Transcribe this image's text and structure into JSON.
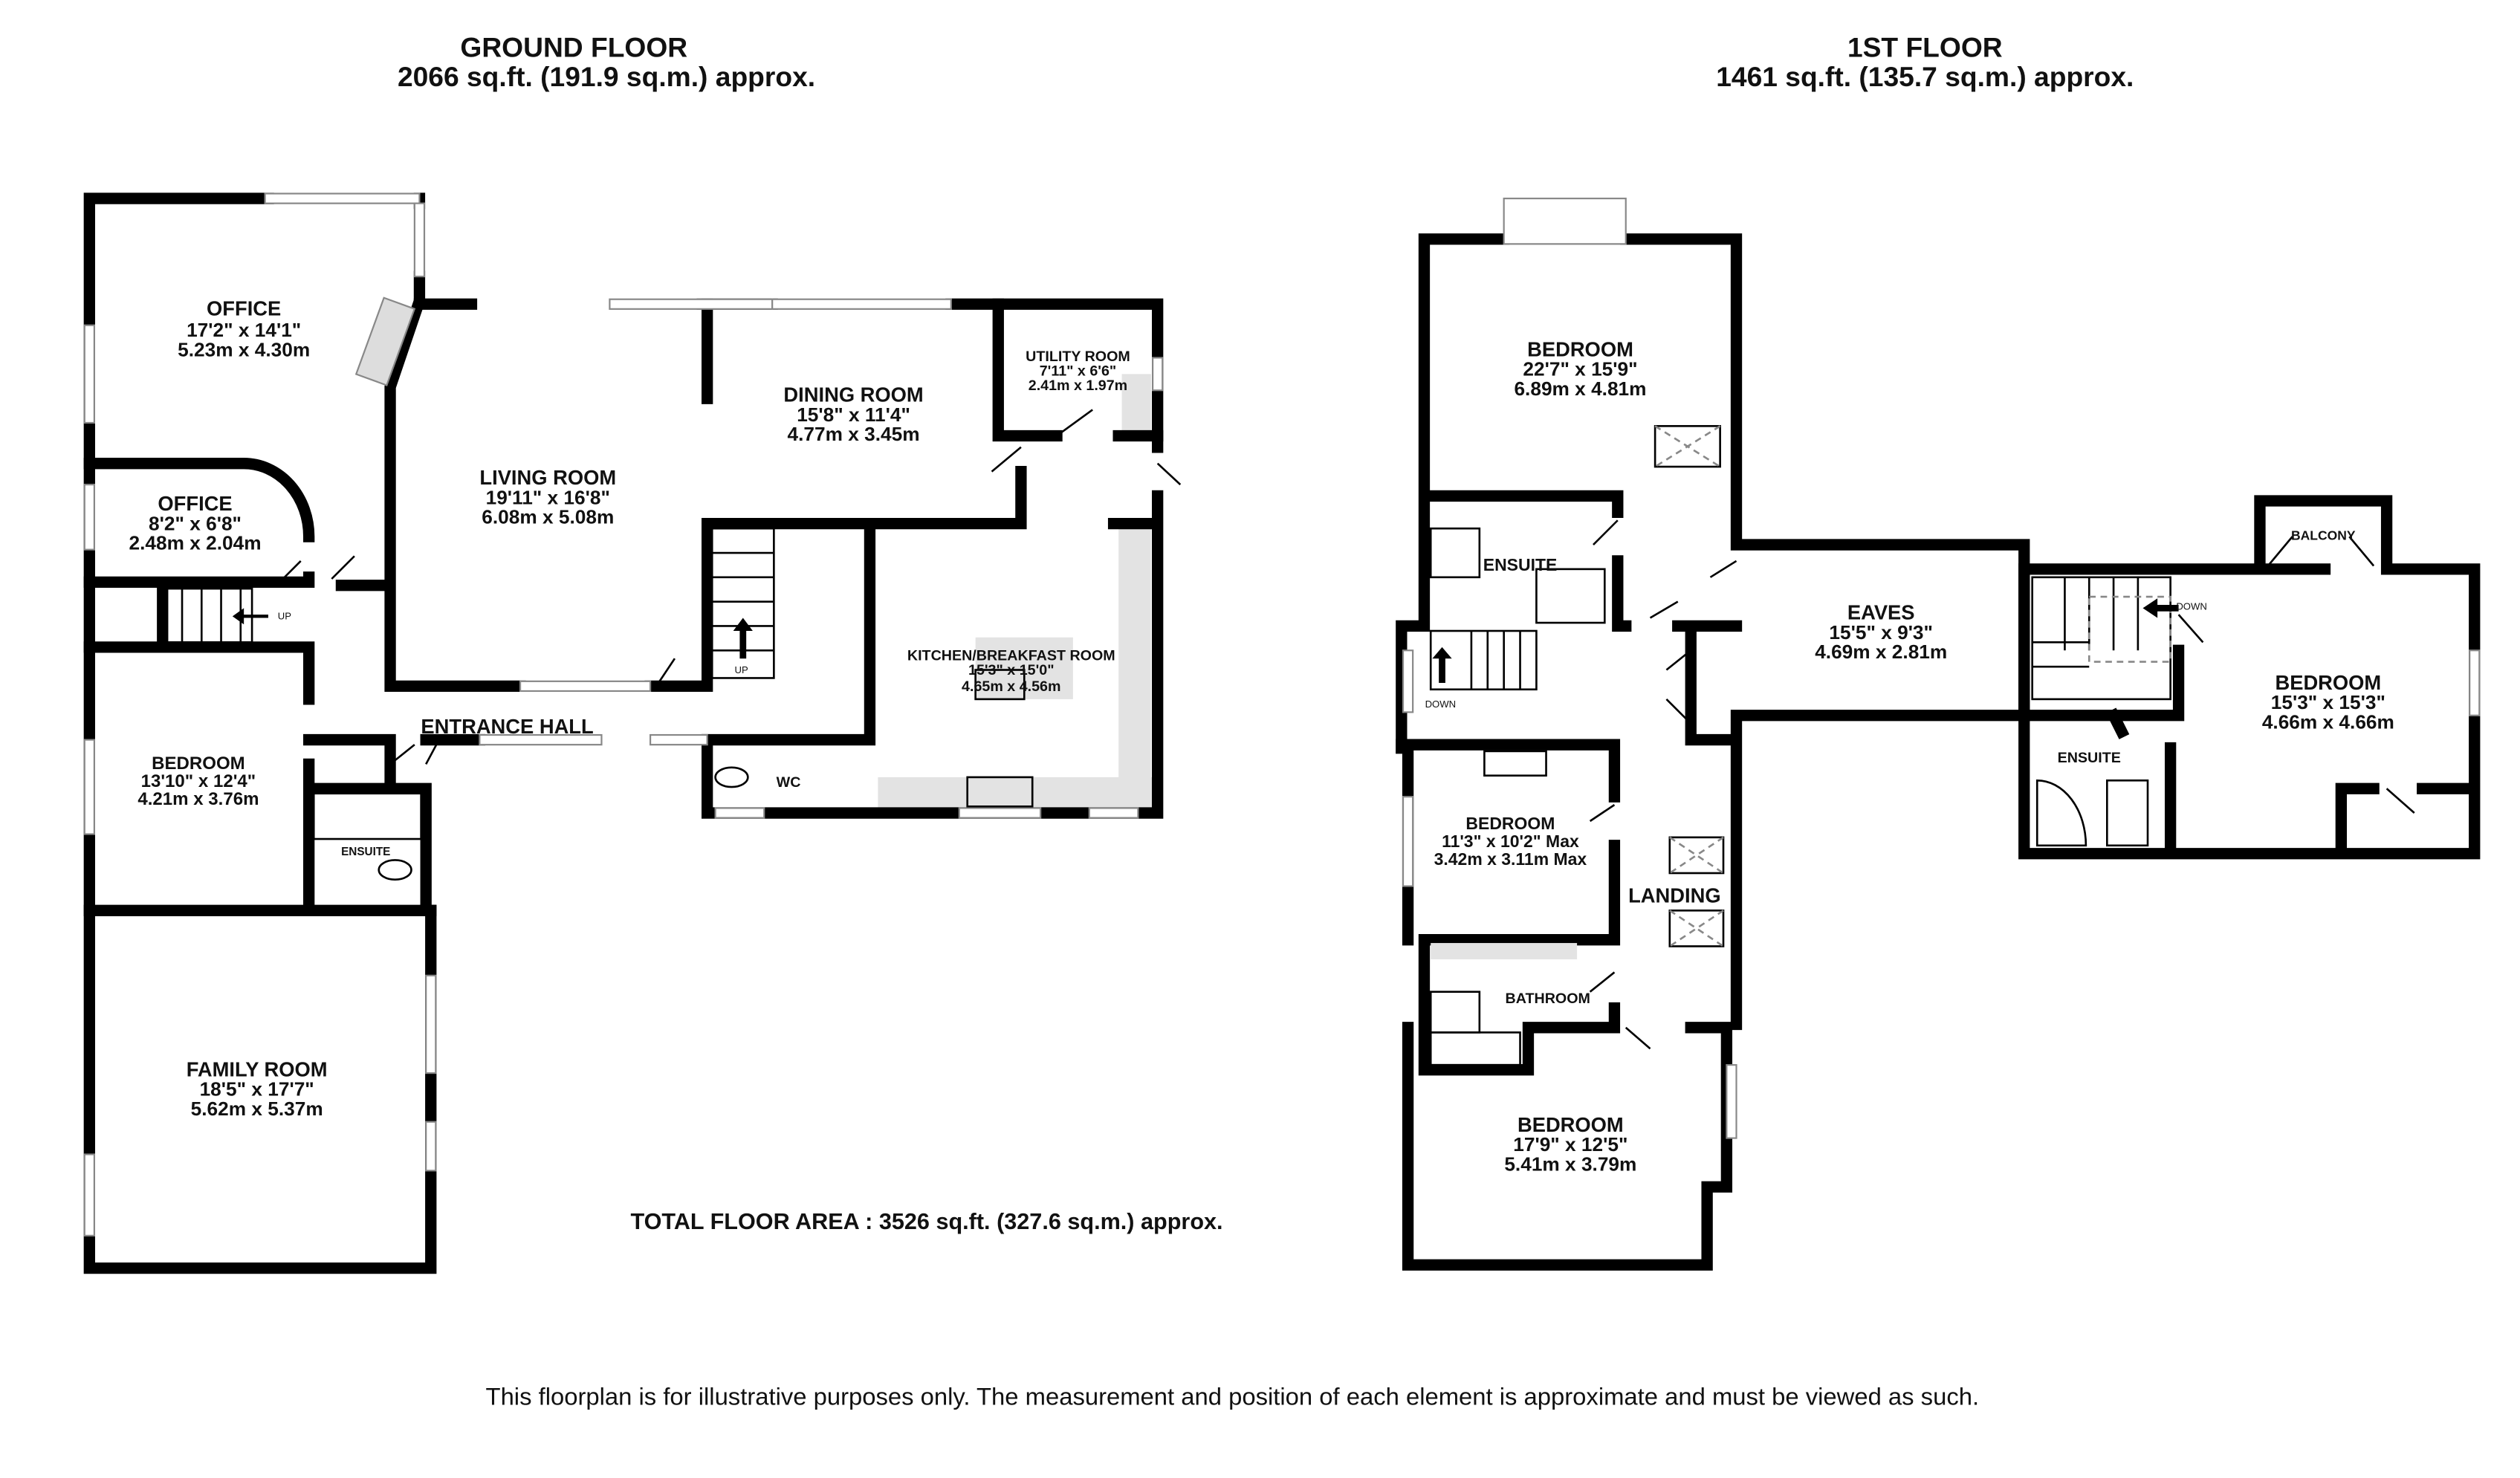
{
  "ground_floor": {
    "title": "GROUND FLOOR",
    "area": "2066 sq.ft. (191.9 sq.m.) approx.",
    "rooms": [
      {
        "name": "OFFICE",
        "imperial": "17'2\"  x 14'1\"",
        "metric": "5.23m  x 4.30m"
      },
      {
        "name": "OFFICE",
        "imperial": "8'2\"  x 6'8\"",
        "metric": "2.48m  x 2.04m"
      },
      {
        "name": "LIVING ROOM",
        "imperial": "19'11\"  x 16'8\"",
        "metric": "6.08m  x 5.08m"
      },
      {
        "name": "DINING ROOM",
        "imperial": "15'8\"  x 11'4\"",
        "metric": "4.77m  x 3.45m"
      },
      {
        "name": "UTILITY ROOM",
        "imperial": "7'11\"  x 6'6\"",
        "metric": "2.41m  x 1.97m"
      },
      {
        "name": "KITCHEN/BREAKFAST ROOM",
        "imperial": "15'3\"  x 15'0\"",
        "metric": "4.65m  x 4.56m"
      },
      {
        "name": "BEDROOM",
        "imperial": "13'10\"  x 12'4\"",
        "metric": "4.21m  x 3.76m"
      },
      {
        "name": "FAMILY ROOM",
        "imperial": "18'5\"  x 17'7\"",
        "metric": "5.62m  x 5.37m"
      }
    ],
    "labels": {
      "entrance_hall": "ENTRANCE HALL",
      "ensuite": "ENSUITE",
      "wc": "WC",
      "up1": "UP",
      "up2": "UP"
    }
  },
  "first_floor": {
    "title": "1ST FLOOR",
    "area": "1461 sq.ft. (135.7 sq.m.) approx.",
    "rooms": [
      {
        "name": "BEDROOM",
        "imperial": "22'7\"  x 15'9\"",
        "metric": "6.89m  x 4.81m"
      },
      {
        "name": "EAVES",
        "imperial": "15'5\"  x 9'3\"",
        "metric": "4.69m  x 2.81m"
      },
      {
        "name": "BEDROOM",
        "imperial": "11'3\"  x 10'2\" Max",
        "metric": "3.42m  x 3.11m Max"
      },
      {
        "name": "BEDROOM",
        "imperial": "17'9\"  x 12'5\"",
        "metric": "5.41m  x 3.79m"
      },
      {
        "name": "BEDROOM",
        "imperial": "15'3\"  x 15'3\"",
        "metric": "4.66m  x 4.66m"
      }
    ],
    "labels": {
      "ensuite1": "ENSUITE",
      "ensuite2": "ENSUITE",
      "landing": "LANDING",
      "bathroom": "BATHROOM",
      "balcony": "BALCONY",
      "down1": "DOWN",
      "down2": "DOWN"
    }
  },
  "total_area": "TOTAL FLOOR AREA : 3526 sq.ft. (327.6 sq.m.) approx.",
  "disclaimer": "This floorplan is for illustrative purposes only. The measurement and position of each element is approximate and must be viewed as such."
}
